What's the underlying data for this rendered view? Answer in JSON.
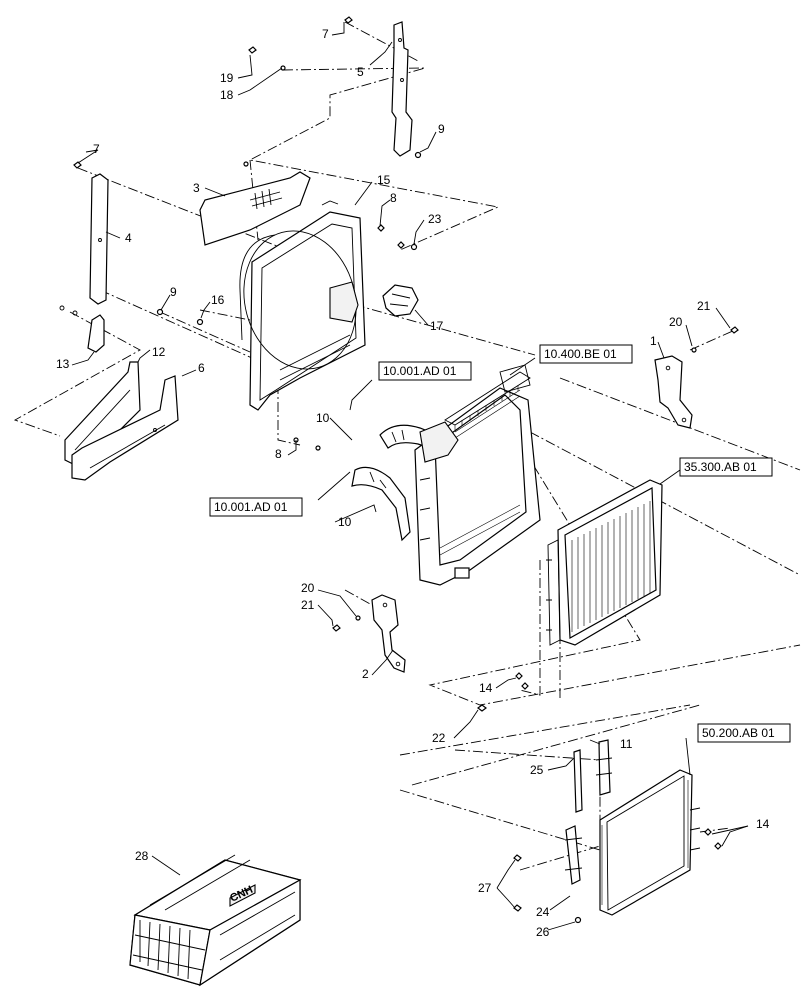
{
  "diagram": {
    "callouts": {
      "c1": "1",
      "c2": "2",
      "c3": "3",
      "c4": "4",
      "c5": "5",
      "c6": "6",
      "c7a": "7",
      "c7b": "7",
      "c8a": "8",
      "c8b": "8",
      "c9a": "9",
      "c9b": "9",
      "c10a": "10",
      "c10b": "10",
      "c11": "11",
      "c12": "12",
      "c13": "13",
      "c14a": "14",
      "c14b": "14",
      "c15": "15",
      "c16": "16",
      "c17": "17",
      "c18": "18",
      "c19": "19",
      "c20a": "20",
      "c20b": "20",
      "c21a": "21",
      "c21b": "21",
      "c22": "22",
      "c23": "23",
      "c24": "24",
      "c25": "25",
      "c26": "26",
      "c27": "27",
      "c28": "28"
    },
    "references": {
      "r1": "10.001.AD 01",
      "r2": "10.400.BE 01",
      "r3": "10.001.AD 01",
      "r4": "35.300.AB 01",
      "r5": "50.200.AB 01"
    },
    "crate_logo": "CNH"
  }
}
